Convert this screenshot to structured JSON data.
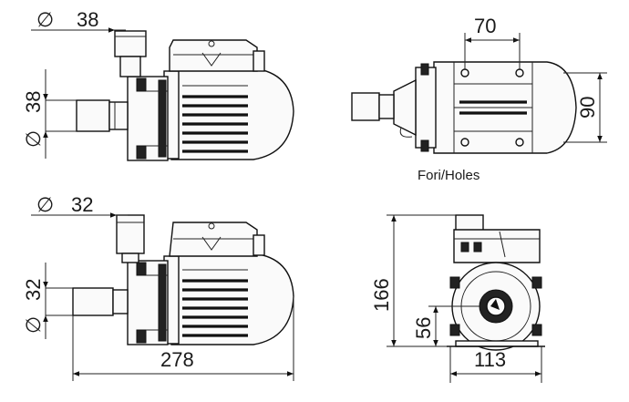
{
  "dimensions": {
    "top_left_inlet_diameter": "38",
    "top_left_outlet_diameter": "38",
    "top_right_width": "70",
    "top_right_height": "90",
    "bottom_left_inlet_diameter": "32",
    "bottom_left_outlet_diameter": "32",
    "bottom_left_length": "278",
    "bottom_right_height": "166",
    "bottom_right_axis_height": "56",
    "bottom_right_width": "113"
  },
  "symbols": {
    "diameter": "∅"
  },
  "notes": {
    "holes_label": "Fori/Holes"
  }
}
